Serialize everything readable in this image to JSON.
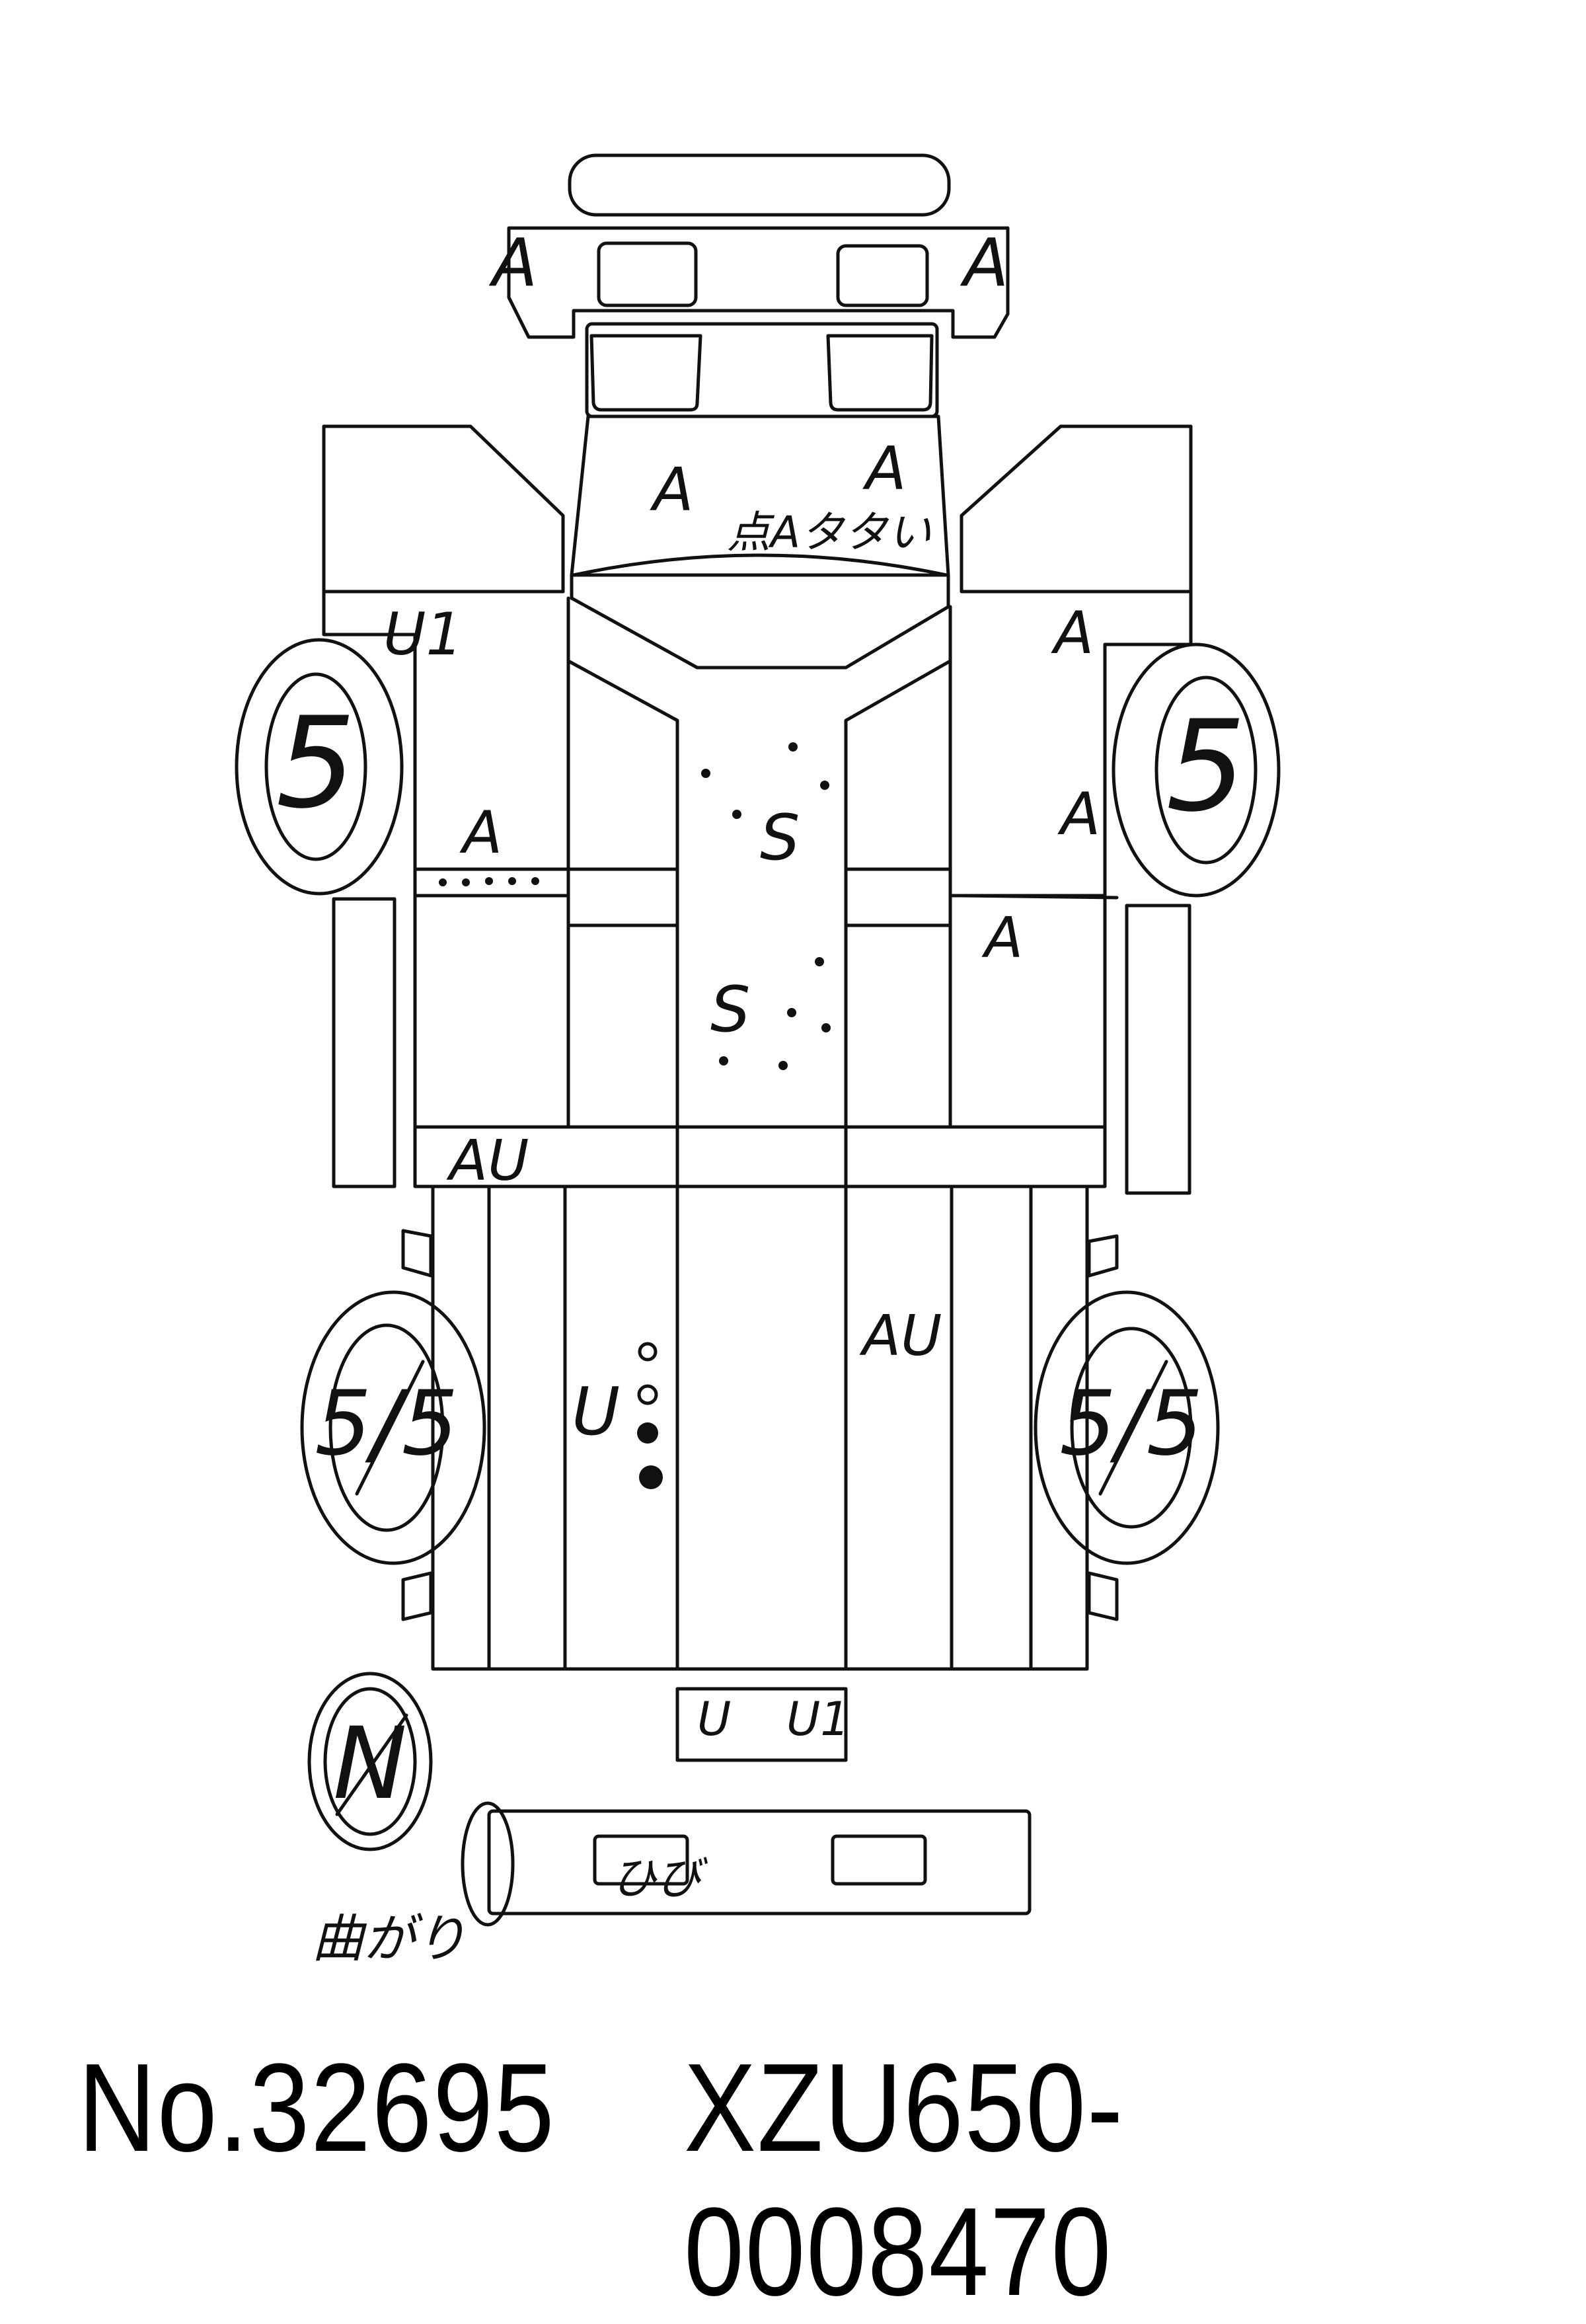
{
  "marks": {
    "front_bumper_left": "A",
    "front_bumper_right": "A",
    "hood_left": "A",
    "hood_right": "A",
    "hood_note": "点Aタタい",
    "left_front_fender": "U1",
    "right_front_fender": "A",
    "left_front_tire": "5",
    "right_front_tire": "5",
    "left_front_door": "A",
    "right_front_door_upper": "A",
    "right_front_door_lower": "A",
    "roof_front": "S",
    "roof_rear": "S",
    "left_sill": "AU",
    "bed_right": "AU",
    "bed_left": "U",
    "left_rear_tire": "5/5",
    "right_rear_tire": "5/5",
    "tailgate_left": "U",
    "tailgate_right": "U1",
    "rear_bumper_note": "ひび",
    "bent_note": "曲がり",
    "grade_circle": "N"
  },
  "footer": {
    "number": "No.32695",
    "chassis": "XZU650-0008470"
  }
}
